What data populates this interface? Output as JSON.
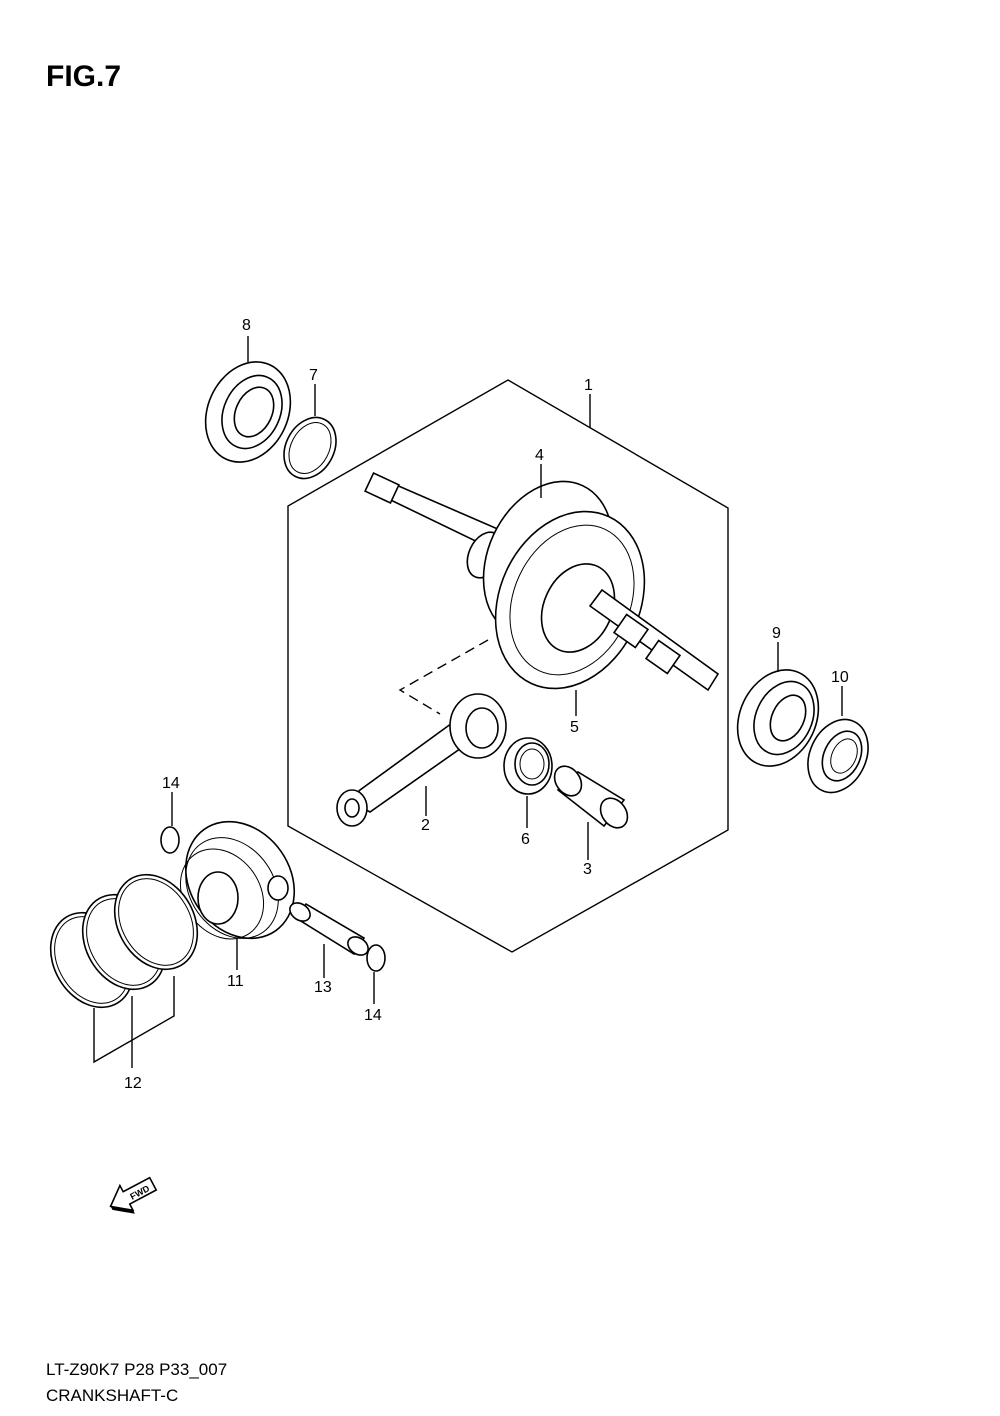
{
  "figure": {
    "title": "FIG.7"
  },
  "callouts": {
    "c1": "1",
    "c2": "2",
    "c3": "3",
    "c4": "4",
    "c5": "5",
    "c6": "6",
    "c7": "7",
    "c8": "8",
    "c9": "9",
    "c10": "10",
    "c11": "11",
    "c12": "12",
    "c13": "13",
    "c14a": "14",
    "c14b": "14"
  },
  "fwd_label": "FWD",
  "footer": {
    "code": "LT-Z90K7  P28  P33_007",
    "name": "CRANKSHAFT-C"
  }
}
